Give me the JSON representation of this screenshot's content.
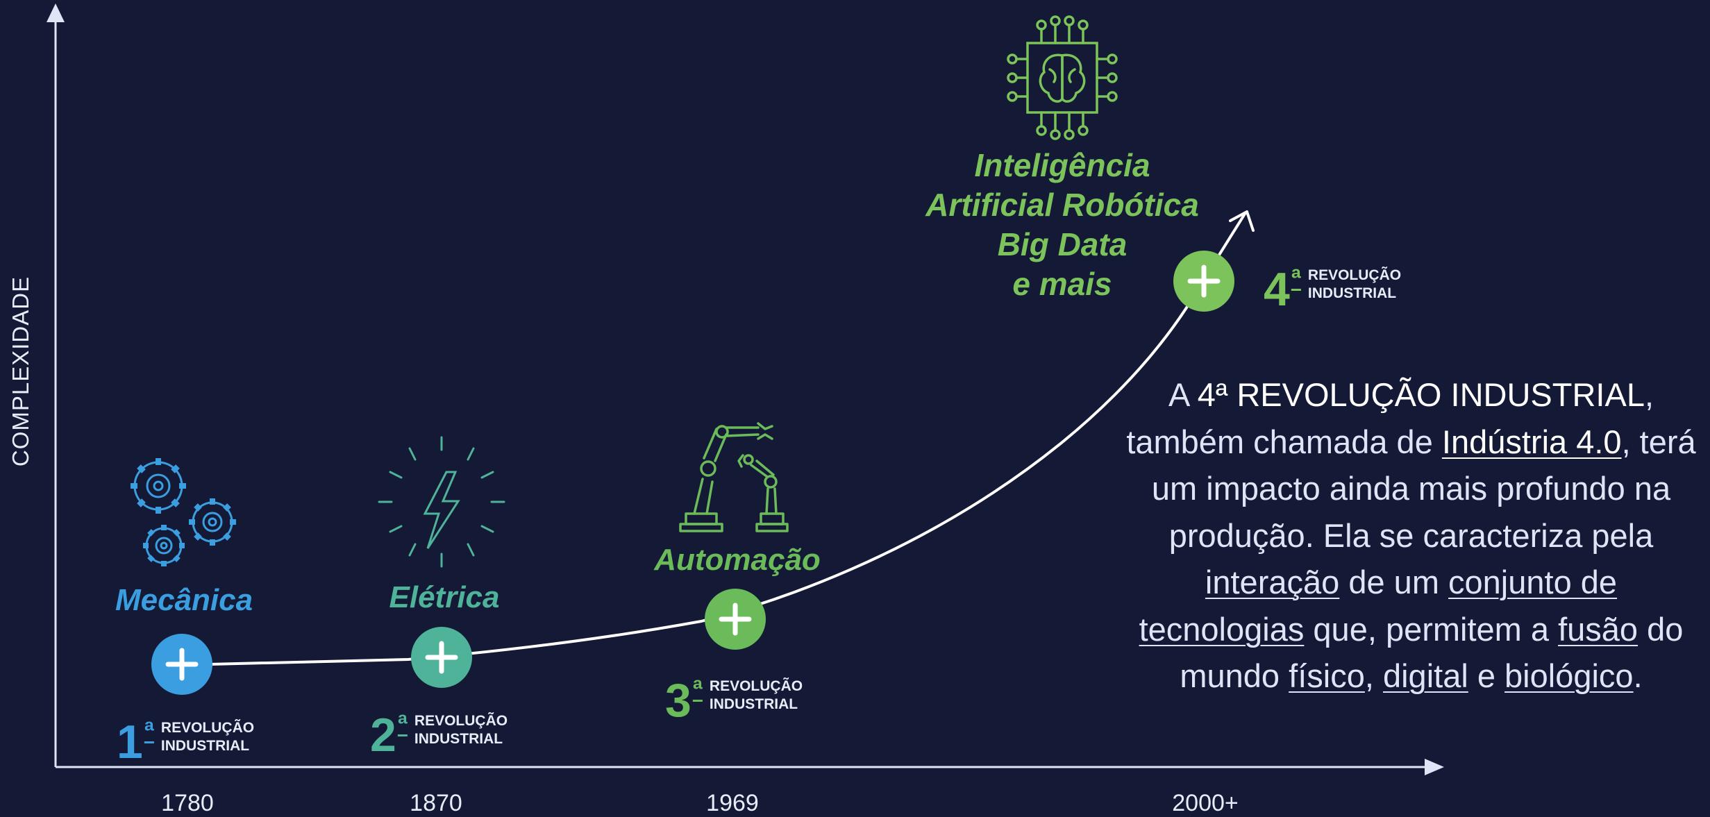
{
  "axis": {
    "y_label": "COMPLEXIDADE",
    "x_ticks": [
      "1780",
      "1870",
      "1969",
      "2000+"
    ]
  },
  "eras": [
    {
      "title": "Mecânica",
      "ordinal": "1",
      "suffix": "ª",
      "label_line1": "REVOLUÇÃO",
      "label_line2": "INDUSTRIAL",
      "color": "#3a9ee0",
      "icon": "gears-icon"
    },
    {
      "title": "Elétrica",
      "ordinal": "2",
      "suffix": "ª",
      "label_line1": "REVOLUÇÃO",
      "label_line2": "INDUSTRIAL",
      "color": "#4fb39a",
      "icon": "lightning-icon"
    },
    {
      "title": "Automação",
      "ordinal": "3",
      "suffix": "ª",
      "label_line1": "REVOLUÇÃO",
      "label_line2": "INDUSTRIAL",
      "color": "#6cbb5a",
      "icon": "robot-arm-icon"
    },
    {
      "title_lines": [
        "Inteligência",
        "Artificial Robótica",
        "Big Data",
        "e mais"
      ],
      "ordinal": "4",
      "suffix": "ª",
      "label_line1": "REVOLUÇÃO",
      "label_line2": "INDUSTRIAL",
      "color": "#7bc35a",
      "icon": "ai-chip-brain-icon"
    }
  ],
  "info": {
    "p1": "A ",
    "p2": "4ª REVOLUÇÃO INDUSTRIAL",
    "p3": ", também chamada de ",
    "p4": "Indústria 4.0",
    "p5": ", terá um impacto ainda mais profundo na produção. Ela se caracteriza pela ",
    "p6": "interação",
    "p7": " de um ",
    "p8": "conjunto de tecnologias",
    "p9": " que, permitem a ",
    "p10": "fusão",
    "p11": " do mundo ",
    "p12": "físico",
    "p13": ", ",
    "p14": "digital",
    "p15": " e ",
    "p16": "biológico",
    "p17": "."
  },
  "colors": {
    "background": "#141935",
    "axis": "#dfe5f6",
    "era1": "#3a9ee0",
    "era2": "#4fb39a",
    "era3": "#6cbb5a",
    "era4": "#7bc35a"
  }
}
